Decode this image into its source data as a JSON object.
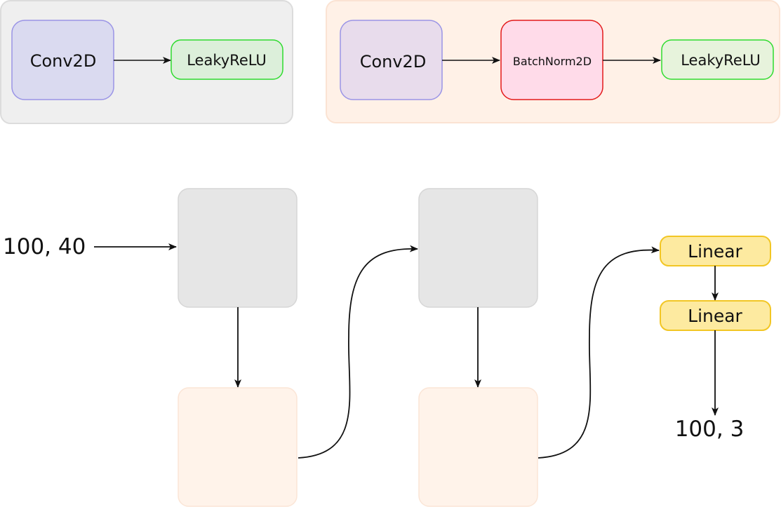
{
  "legend_block_a": {
    "conv_label": "Conv2D",
    "activation_label": "LeakyReLU"
  },
  "legend_block_b": {
    "conv_label": "Conv2D",
    "norm_label": "BatchNorm2D",
    "activation_label": "LeakyReLU"
  },
  "pipeline": {
    "input_label": "100, 40",
    "linear_1_label": "Linear",
    "linear_2_label": "Linear",
    "output_label": "100, 3"
  },
  "colors": {
    "legend_a_bg": "#efefef",
    "legend_b_bg": "#fff1e7",
    "conv_a_fill": "#dadaf0",
    "conv_b_fill": "#e8dcec",
    "conv_stroke": "#9a94e6",
    "norm_fill": "#ffdbe9",
    "norm_stroke": "#e31b1b",
    "relu_a_fill": "#dcefda",
    "relu_b_fill": "#e7f3dc",
    "relu_stroke": "#2fdc2f",
    "gray_block": "#e6e6e6",
    "peach_block": "#fff3ea",
    "linear_fill": "#fdeaa0",
    "linear_stroke": "#f2c624"
  }
}
